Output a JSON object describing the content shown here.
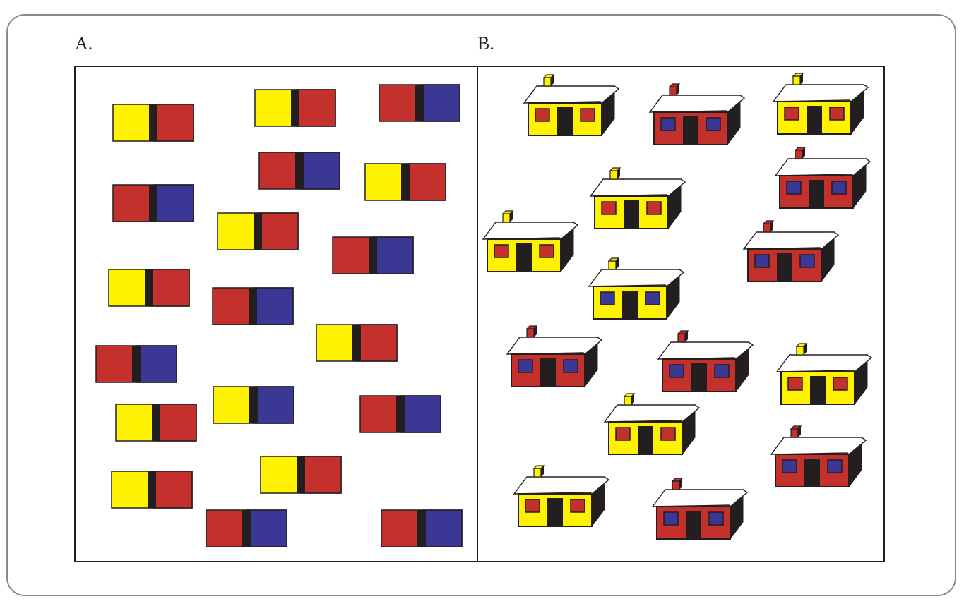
{
  "colors": {
    "yellow": "#fff200",
    "red": "#c4312c",
    "blue": "#3b3795",
    "dark": "#231f20",
    "roof": "#ffffff",
    "frame": "#8a8a8a"
  },
  "panels": {
    "a": {
      "label": "A."
    },
    "b": {
      "label": "B."
    }
  },
  "panel_a_tiles": [
    {
      "left": "yellow",
      "right": "red"
    },
    {
      "left": "yellow",
      "right": "red"
    },
    {
      "left": "red",
      "right": "blue"
    },
    {
      "left": "red",
      "right": "blue"
    },
    {
      "left": "red",
      "right": "blue"
    },
    {
      "left": "yellow",
      "right": "red"
    },
    {
      "left": "yellow",
      "right": "red"
    },
    {
      "left": "red",
      "right": "blue"
    },
    {
      "left": "yellow",
      "right": "red"
    },
    {
      "left": "red",
      "right": "blue"
    },
    {
      "left": "yellow",
      "right": "red"
    },
    {
      "left": "red",
      "right": "blue"
    },
    {
      "left": "yellow",
      "right": "blue"
    },
    {
      "left": "yellow",
      "right": "red"
    },
    {
      "left": "red",
      "right": "blue"
    },
    {
      "left": "yellow",
      "right": "red"
    },
    {
      "left": "yellow",
      "right": "red"
    },
    {
      "left": "red",
      "right": "blue"
    },
    {
      "left": "red",
      "right": "blue"
    }
  ],
  "panel_b_houses": [
    {
      "wall": "yellow",
      "window": "red"
    },
    {
      "wall": "red",
      "window": "blue"
    },
    {
      "wall": "yellow",
      "window": "red"
    },
    {
      "wall": "yellow",
      "window": "red"
    },
    {
      "wall": "red",
      "window": "blue"
    },
    {
      "wall": "yellow",
      "window": "red"
    },
    {
      "wall": "red",
      "window": "blue"
    },
    {
      "wall": "yellow",
      "window": "blue"
    },
    {
      "wall": "red",
      "window": "blue"
    },
    {
      "wall": "red",
      "window": "blue"
    },
    {
      "wall": "yellow",
      "window": "red"
    },
    {
      "wall": "yellow",
      "window": "red"
    },
    {
      "wall": "red",
      "window": "blue"
    },
    {
      "wall": "yellow",
      "window": "red"
    },
    {
      "wall": "red",
      "window": "blue"
    }
  ]
}
